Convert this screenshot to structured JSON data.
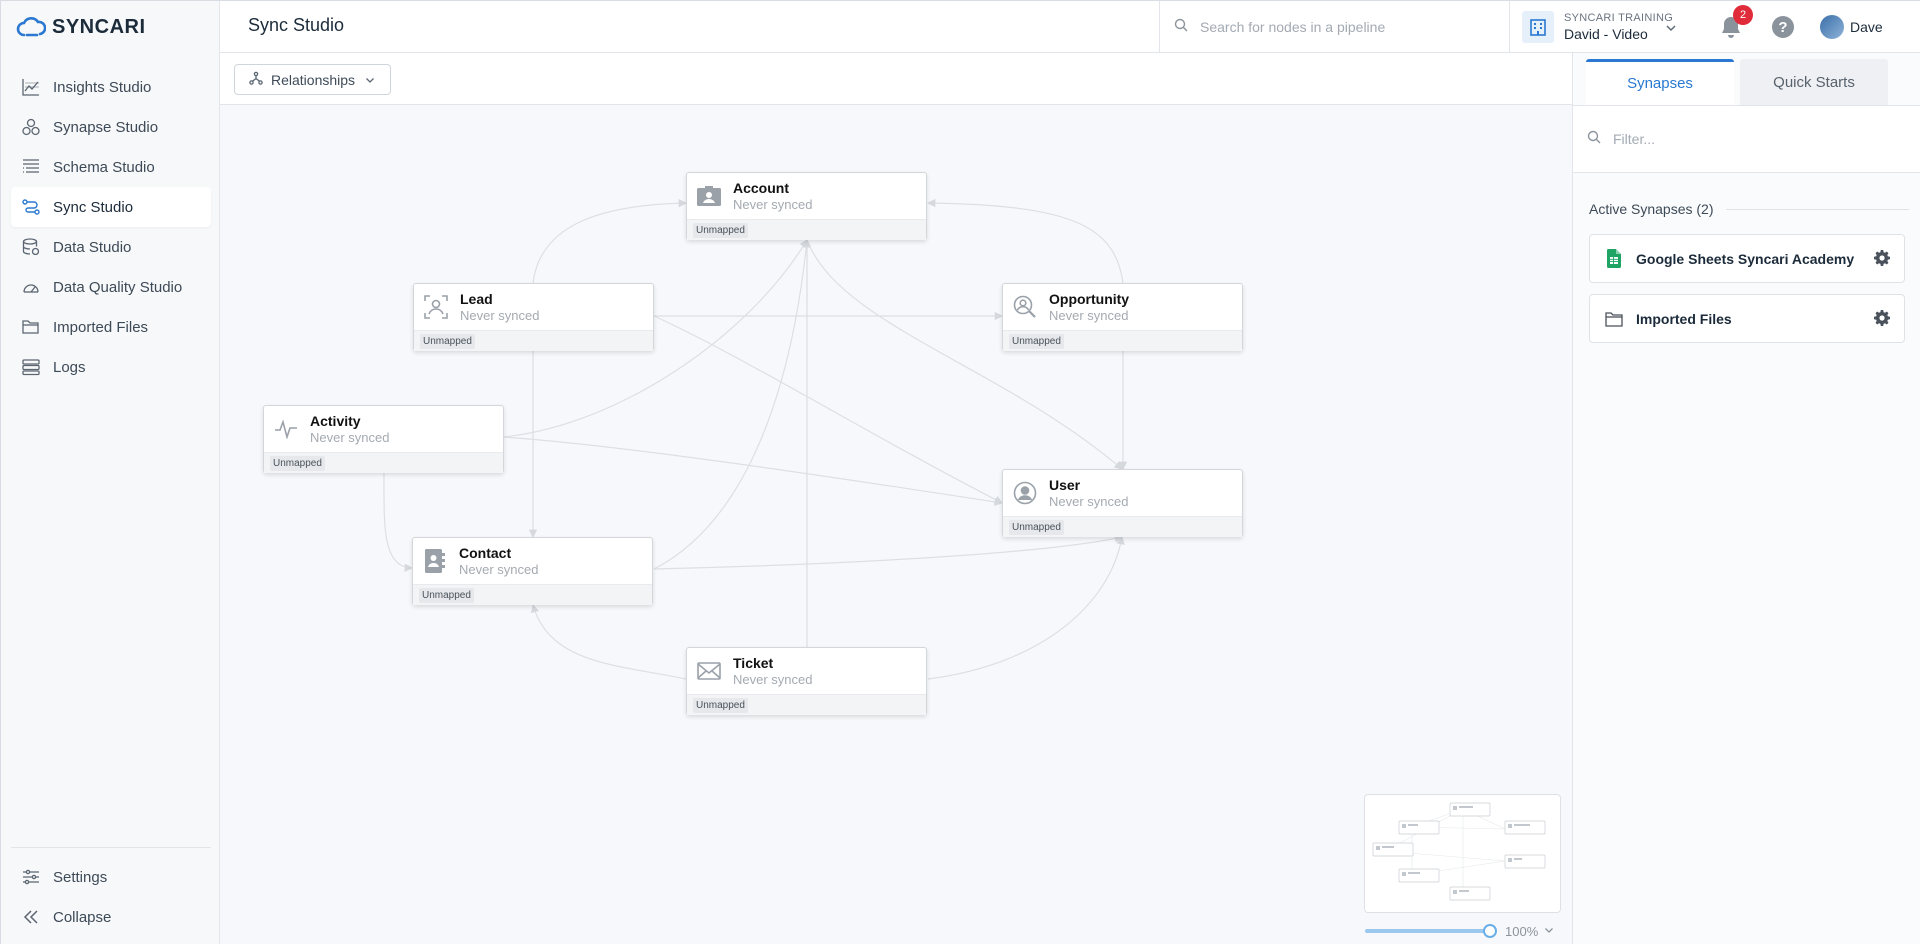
{
  "app": {
    "logo_text": "SYNCARI",
    "page_title": "Sync Studio"
  },
  "sidebar": {
    "items": [
      {
        "label": "Insights Studio",
        "icon": "chart-icon"
      },
      {
        "label": "Synapse Studio",
        "icon": "synapse-icon"
      },
      {
        "label": "Schema Studio",
        "icon": "schema-icon"
      },
      {
        "label": "Sync Studio",
        "icon": "sync-icon",
        "active": true
      },
      {
        "label": "Data Studio",
        "icon": "database-icon"
      },
      {
        "label": "Data Quality Studio",
        "icon": "gauge-icon"
      },
      {
        "label": "Imported Files",
        "icon": "folder-icon"
      },
      {
        "label": "Logs",
        "icon": "logs-icon"
      }
    ],
    "settings_label": "Settings",
    "collapse_label": "Collapse"
  },
  "header": {
    "search_placeholder": "Search for nodes in a pipeline",
    "org_label": "SYNCARI TRAINING",
    "org_name": "David - Video",
    "notification_count": "2",
    "user_name": "Dave"
  },
  "toolbar": {
    "relationships_label": "Relationships"
  },
  "nodes": {
    "account": {
      "name": "Account",
      "status": "Never synced",
      "tag": "Unmapped"
    },
    "lead": {
      "name": "Lead",
      "status": "Never synced",
      "tag": "Unmapped"
    },
    "opportunity": {
      "name": "Opportunity",
      "status": "Never synced",
      "tag": "Unmapped"
    },
    "activity": {
      "name": "Activity",
      "status": "Never synced",
      "tag": "Unmapped"
    },
    "user": {
      "name": "User",
      "status": "Never synced",
      "tag": "Unmapped"
    },
    "contact": {
      "name": "Contact",
      "status": "Never synced",
      "tag": "Unmapped"
    },
    "ticket": {
      "name": "Ticket",
      "status": "Never synced",
      "tag": "Unmapped"
    }
  },
  "zoom": {
    "value": 100,
    "label": "100%"
  },
  "right_panel": {
    "tabs": [
      "Synapses",
      "Quick Starts"
    ],
    "filter_placeholder": "Filter...",
    "section_title": "Active Synapses (2)",
    "synapses": [
      {
        "name": "Google Sheets Syncari Academy",
        "icon": "google-sheets-icon"
      },
      {
        "name": "Imported Files",
        "icon": "folder-icon"
      }
    ]
  },
  "colors": {
    "accent": "#2a78d1",
    "badge": "#e02b3a",
    "sheets_green": "#1fa463"
  }
}
